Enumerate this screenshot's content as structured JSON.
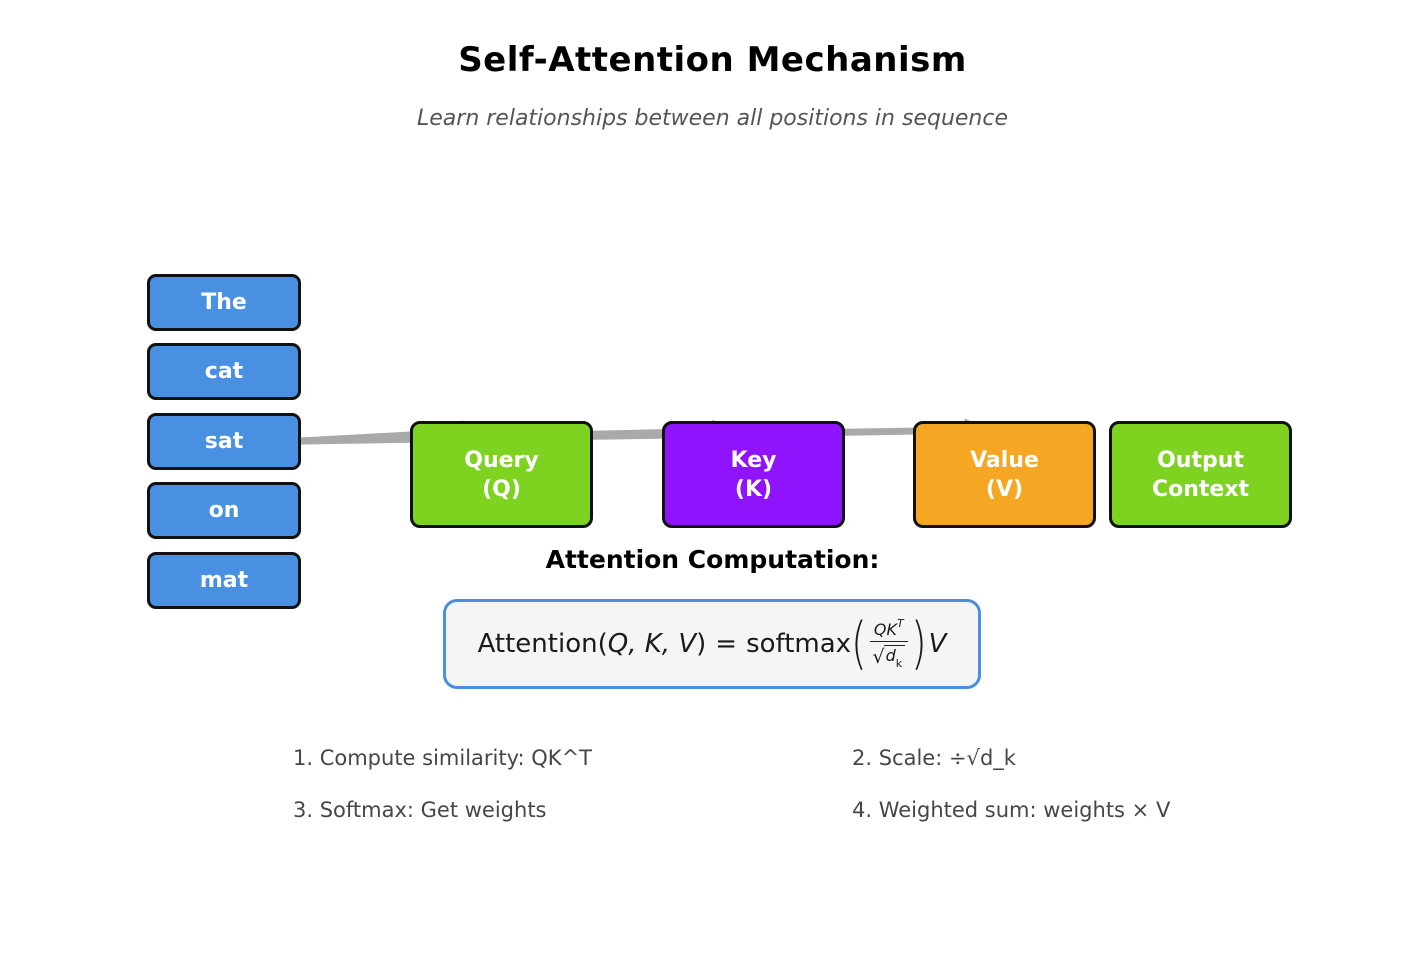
{
  "title": "Self-Attention Mechanism",
  "subtitle": "Learn relationships between all positions in sequence",
  "tokens": [
    {
      "label": "The"
    },
    {
      "label": "cat"
    },
    {
      "label": "sat"
    },
    {
      "label": "on"
    },
    {
      "label": "mat"
    }
  ],
  "stages": [
    {
      "line1": "Query",
      "line2": "(Q)",
      "color": "#7ED321"
    },
    {
      "line1": "Key",
      "line2": "(K)",
      "color": "#9013FE"
    },
    {
      "line1": "Value",
      "line2": "(V)",
      "color": "#F5A623"
    },
    {
      "line1": "Output",
      "line2": "Context",
      "color": "#7ED321"
    }
  ],
  "attention_heading": "Attention Computation:",
  "formula": {
    "func": "Attention",
    "open_paren": "(",
    "args": "Q, K, V",
    "close_paren": ")",
    "equals": "=",
    "softmax": "softmax",
    "numerator_base": "QK",
    "numerator_exp": "T",
    "radical": "√",
    "denominator_base": "d",
    "denominator_sub": "k",
    "value_var": "V"
  },
  "steps": [
    "1. Compute similarity: QK^T",
    "2. Scale: ÷√d_k",
    "3. Softmax: Get weights",
    "4. Weighted sum: weights × V"
  ],
  "colors": {
    "token_blue": "#4A90E2",
    "stage_green": "#7ED321",
    "stage_purple": "#9013FE",
    "stage_orange": "#F5A623",
    "arrow_gray": "#A9A9A9",
    "formula_border": "#4A90E2",
    "formula_bg": "#F5F5F5",
    "subtitle_gray": "#555555",
    "steps_gray": "#464646",
    "box_border": "#111111"
  }
}
